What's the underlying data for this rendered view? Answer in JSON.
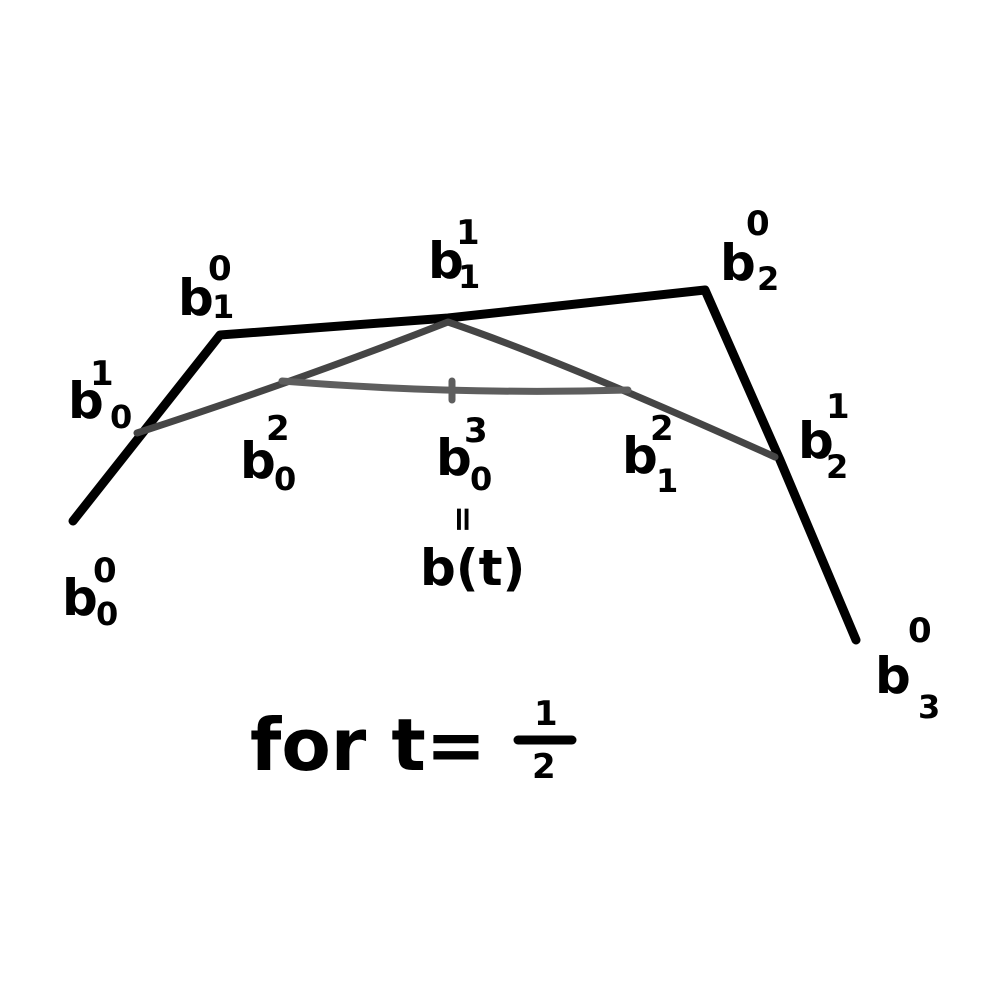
{
  "labels": {
    "b00": {
      "base": "b",
      "sup": "0",
      "sub": "0"
    },
    "b10": {
      "base": "b",
      "sup": "0",
      "sub": "1"
    },
    "b20": {
      "base": "b",
      "sup": "0",
      "sub": "2"
    },
    "b30": {
      "base": "b",
      "sup": "0",
      "sub": "3"
    },
    "b01": {
      "base": "b",
      "sup": "1",
      "sub": "0"
    },
    "b11": {
      "base": "b",
      "sup": "1",
      "sub": "1"
    },
    "b21": {
      "base": "b",
      "sup": "1",
      "sub": "2"
    },
    "b02": {
      "base": "b",
      "sup": "2",
      "sub": "0"
    },
    "b12": {
      "base": "b",
      "sup": "2",
      "sub": "1"
    },
    "b03": {
      "base": "b",
      "sup": "3",
      "sub": "0"
    }
  },
  "equals_sign": "=",
  "curve_point": "b(t)",
  "caption": {
    "text": "for t=",
    "frac_num": "1",
    "frac_den": "2"
  },
  "colors": {
    "control_polygon": "#000000",
    "level1": "#454545",
    "level2": "#5e5e5e"
  }
}
